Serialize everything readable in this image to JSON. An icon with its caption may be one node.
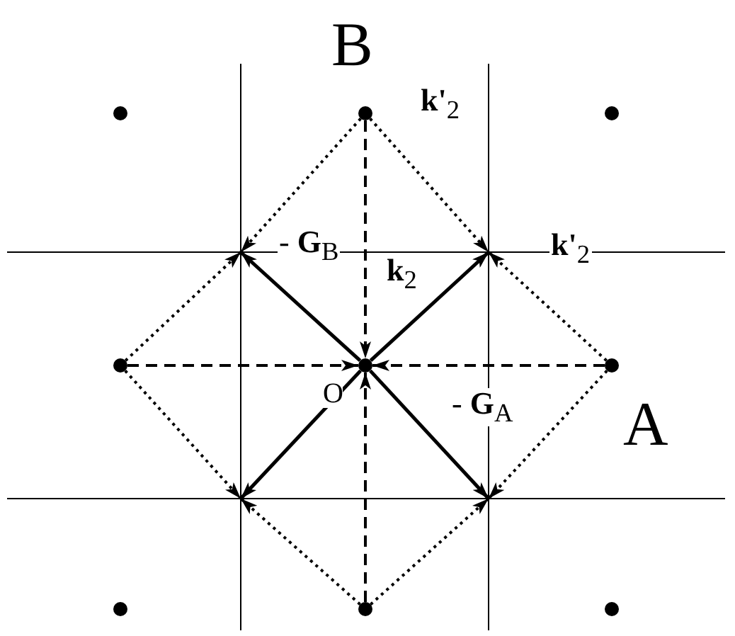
{
  "diagram": {
    "nodes": [
      {
        "text": [],
        "shape": "circle"
      },
      {
        "text": [],
        "shape": "circle",
        "beside": [
          "B"
        ]
      },
      {
        "text": [],
        "shape": "circle"
      },
      {
        "text": [],
        "shape": "circle"
      },
      {
        "text": [],
        "shape": "circle",
        "beside": [
          "O"
        ]
      },
      {
        "text": [],
        "shape": "circle",
        "beside": [
          "A"
        ]
      },
      {
        "text": [],
        "shape": "circle"
      },
      {
        "text": [],
        "shape": "circle"
      },
      {
        "text": [],
        "shape": "circle"
      }
    ],
    "edges": [
      {
        "from": 4,
        "to": null,
        "arrow": "to"
      },
      {
        "from": 4,
        "to": null,
        "arrow": "to",
        "label": "**k**$_{2}$"
      },
      {
        "from": 4,
        "to": null,
        "arrow": "to"
      },
      {
        "from": 4,
        "to": null,
        "arrow": "to"
      },
      {
        "from": 1,
        "to": 4,
        "arrow": "to",
        "style": "dashed",
        "label": "- **G**$_{B}$"
      },
      {
        "from": 3,
        "to": 4,
        "arrow": "to",
        "style": "dashed"
      },
      {
        "from": 5,
        "to": 4,
        "arrow": "to",
        "style": "dashed",
        "label": "- **G**$_{A}$"
      },
      {
        "from": 7,
        "to": 4,
        "arrow": "to",
        "style": "dashed"
      },
      {
        "from": 1,
        "to": null,
        "arrow": "to",
        "style": "dashed"
      },
      {
        "from": 1,
        "to": null,
        "arrow": "to",
        "style": "dashed",
        "label": "**k'**$_{2}$"
      },
      {
        "from": 5,
        "to": null,
        "arrow": "to",
        "style": "dashed",
        "label": "**k'**$_{2}$"
      },
      {
        "from": 5,
        "to": null,
        "arrow": "to",
        "style": "dashed"
      },
      {
        "from": 3,
        "to": null,
        "arrow": "to",
        "style": "dashed"
      },
      {
        "from": 3,
        "to": null,
        "arrow": "to",
        "style": "dashed"
      },
      {
        "from": 7,
        "to": null,
        "arrow": "to",
        "style": "dashed"
      },
      {
        "from": 7,
        "to": null,
        "arrow": "to",
        "style": "dashed"
      }
    ]
  }
}
